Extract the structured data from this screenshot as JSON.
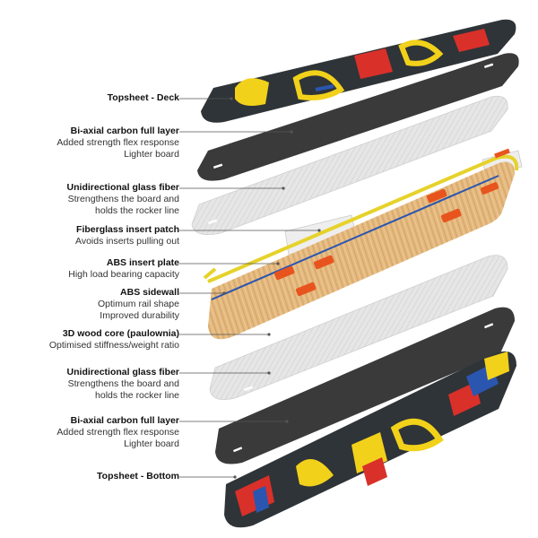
{
  "layers": [
    {
      "title": "Topsheet - Deck",
      "lines": []
    },
    {
      "title": "Bi-axial carbon full layer",
      "lines": [
        "Added strength flex response",
        "Lighter board"
      ]
    },
    {
      "title": "Unidirectional glass fiber",
      "lines": [
        "Strengthens the board and",
        "holds the rocker line"
      ]
    },
    {
      "title": "Fiberglass insert patch",
      "lines": [
        "Avoids inserts pulling out"
      ]
    },
    {
      "title": "ABS insert plate",
      "lines": [
        "High load bearing capacity"
      ]
    },
    {
      "title": "ABS sidewall",
      "lines": [
        "Optimum rail shape",
        "Improved durability"
      ]
    },
    {
      "title": "3D wood core (paulownia)",
      "lines": [
        "Optimised stiffness/weight ratio"
      ]
    },
    {
      "title": "Unidirectional glass fiber",
      "lines": [
        "Strengthens the board and",
        "holds the rocker line"
      ]
    },
    {
      "title": "Bi-axial carbon full layer",
      "lines": [
        "Added strength flex response",
        "Lighter board"
      ]
    },
    {
      "title": "Topsheet - Bottom",
      "lines": []
    }
  ],
  "colors": {
    "carbon": "#3a3a3a",
    "glass": "#e2e2e2",
    "wood": "#e3b77c",
    "abs": "#e8541e",
    "sidewall": "#e6d22a",
    "graphic_yellow": "#f2d11a",
    "graphic_red": "#d9302a",
    "graphic_blue": "#2a56b0",
    "leader": "#555555"
  }
}
